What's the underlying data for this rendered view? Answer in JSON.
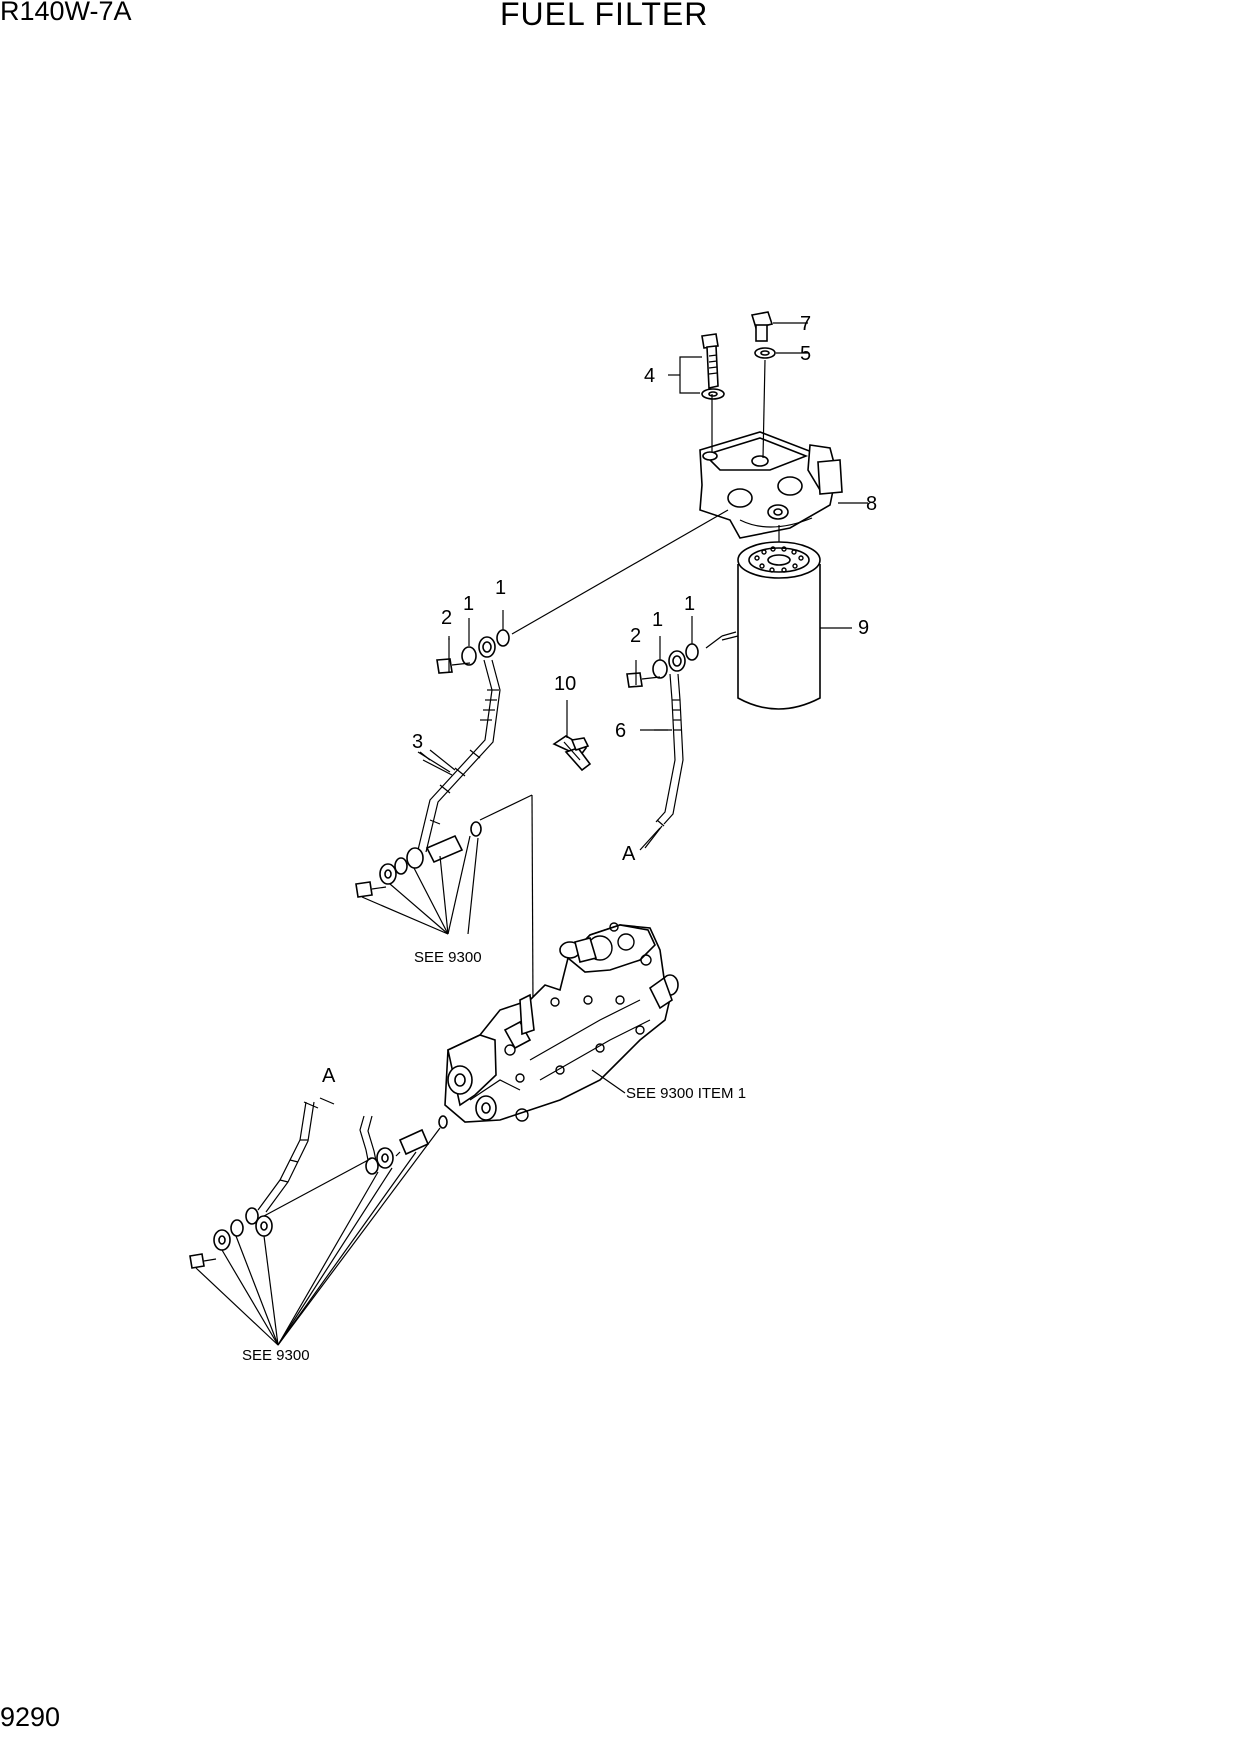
{
  "header": {
    "model": "R140W-7A",
    "title": "FUEL FILTER"
  },
  "footer": {
    "page_number": "9290"
  },
  "callouts": {
    "c1a": "1",
    "c1b": "1",
    "c1c": "1",
    "c1d": "1",
    "c2a": "2",
    "c2b": "2",
    "c3": "3",
    "c4": "4",
    "c5": "5",
    "c6": "6",
    "c7": "7",
    "c8": "8",
    "c9": "9",
    "c10": "10",
    "cA1": "A",
    "cA2": "A"
  },
  "references": {
    "see_upper": "SEE 9300",
    "see_pump": "SEE 9300 ITEM 1",
    "see_lower": "SEE 9300"
  }
}
